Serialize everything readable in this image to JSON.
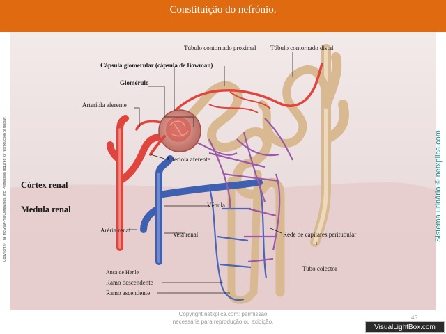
{
  "title": "Constituição do nefrónio.",
  "labels": {
    "tubulo_proximal": "Túbulo contornado proximal",
    "tubulo_distal": "Túbulo contornado distal",
    "capsula": "Cápsula glomerular (cápsula de Bowman)",
    "glomerulo": "Glomérulo",
    "arteriola_eferente": "Arteríola eferente",
    "arteriola_aferente": "Arteríola aferente",
    "cortex": "Córtex renal",
    "medula": "Medula renal",
    "venula": "Vénula",
    "arteria_renal": "Aréria renal",
    "veia_renal": "Veia renal",
    "rede_capilares": "Rede de capilares peritubular",
    "tubo_colector": "Tubo colector",
    "ansa_henle": "Ansa de Henle",
    "ramo_descendente": "Ramo descendente",
    "ramo_ascendente": "Ramo ascendente"
  },
  "side_copyright": "Copyright © The McGraw-Hill Companies, Inc. Permission required for reproduction or display.",
  "side_source": "Sistema urinário © netxplica.com",
  "watermark": {
    "line1": "Copyright netxplica.com: permissão",
    "line2": "necessária para reprodução ou exibição."
  },
  "page_number": "45",
  "brand_badge": "VisualLightBox.com",
  "colors": {
    "header": "#e06a10",
    "artery": "#e0453d",
    "vein": "#3f5fb0",
    "tubule": "#dcbf9c",
    "capillary_mix": "#9a5aa8",
    "cortex_bg": "#efe4e4",
    "medulla_bg": "#e8d4d4"
  }
}
